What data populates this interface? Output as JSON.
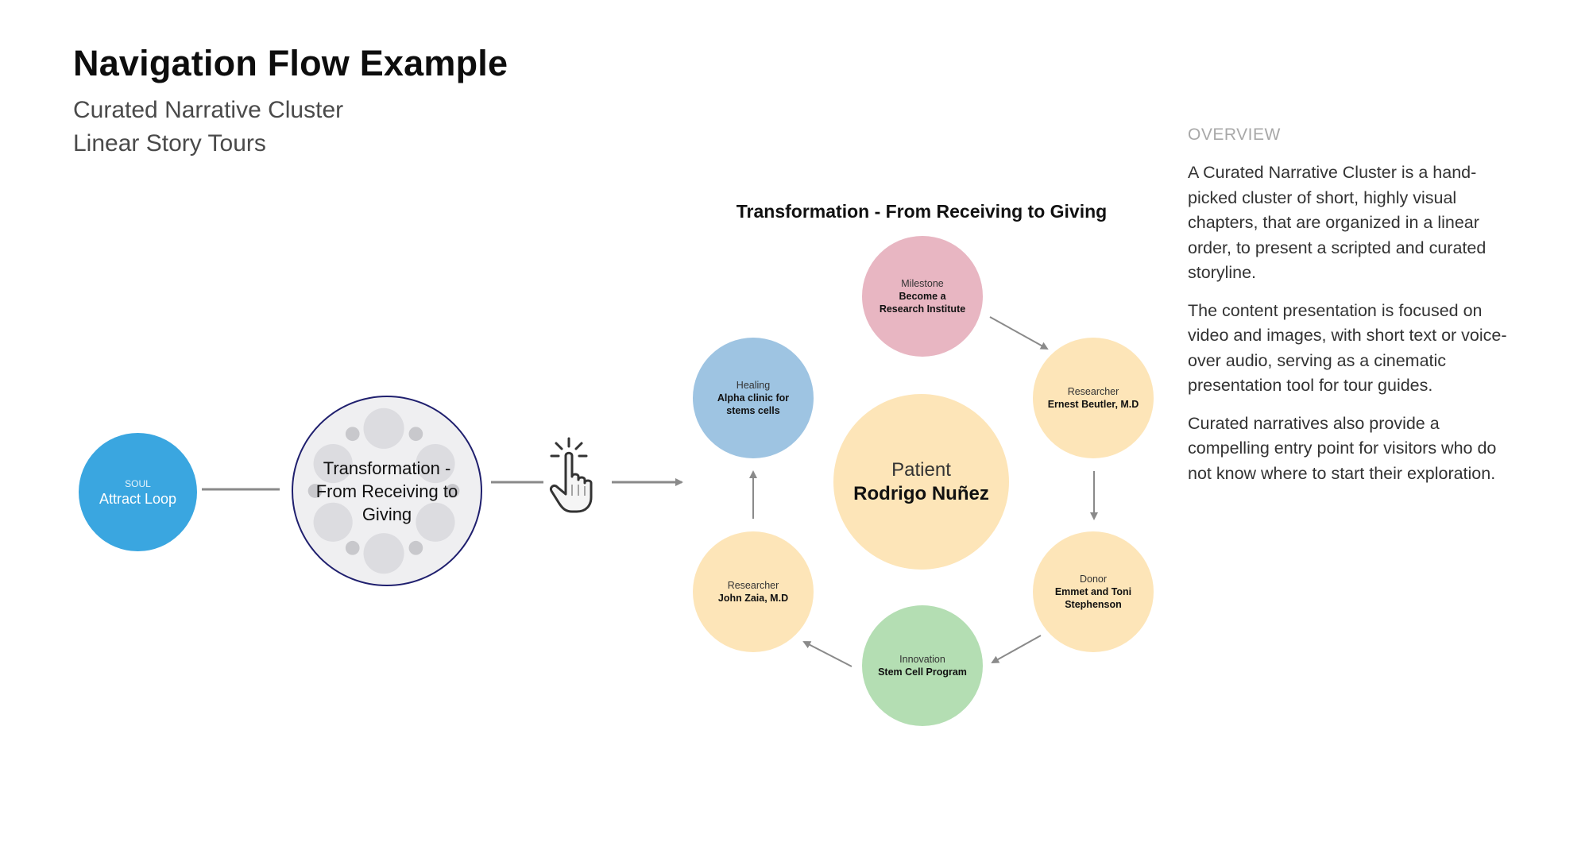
{
  "header": {
    "title": "Navigation Flow Example",
    "subtitle_1": "Curated Narrative Cluster",
    "subtitle_2": "Linear Story Tours"
  },
  "overview": {
    "heading": "OVERVIEW",
    "paragraphs": [
      "A Curated Narrative Cluster is a hand-picked cluster of short, highly visual chapters, that are organized in a linear order, to present a scripted and curated storyline.",
      "The content presentation is focused on video and images, with short text or voice-over audio, serving as a cinematic presentation tool for tour guides.",
      "Curated narratives also provide a compelling entry point for visitors who do not know where to start their exploration."
    ]
  },
  "flow": {
    "soul": {
      "role": "SOUL",
      "name": "Attract Loop",
      "color": "#3aa6e0"
    },
    "cluster": {
      "label": "Transformation - From Receiving to Giving",
      "border_color": "#1f1f6e"
    },
    "pointer_icon": "hand-pointer-click-icon"
  },
  "diagram": {
    "title": "Transformation - From Receiving to Giving",
    "center": {
      "role": "Patient",
      "name": "Rodrigo Nuñez",
      "color": "#fde5b8"
    },
    "chapters": {
      "milestone": {
        "role": "Milestone",
        "name": "Become a Research Institute",
        "color": "#e8b6c2"
      },
      "healing": {
        "role": "Healing",
        "name": "Alpha clinic for stems cells",
        "color": "#9ec4e2"
      },
      "researcher_beutler": {
        "role": "Researcher",
        "name": "Ernest Beutler, M.D",
        "color": "#fde5b8"
      },
      "donor": {
        "role": "Donor",
        "name": "Emmet and Toni Stephenson",
        "color": "#fde5b8"
      },
      "innovation": {
        "role": "Innovation",
        "name": "Stem Cell Program",
        "color": "#b4deb3"
      },
      "researcher_zaia": {
        "role": "Researcher",
        "name": "John Zaia, M.D",
        "color": "#fde5b8"
      }
    },
    "arrow_color": "#8a8a8a"
  }
}
